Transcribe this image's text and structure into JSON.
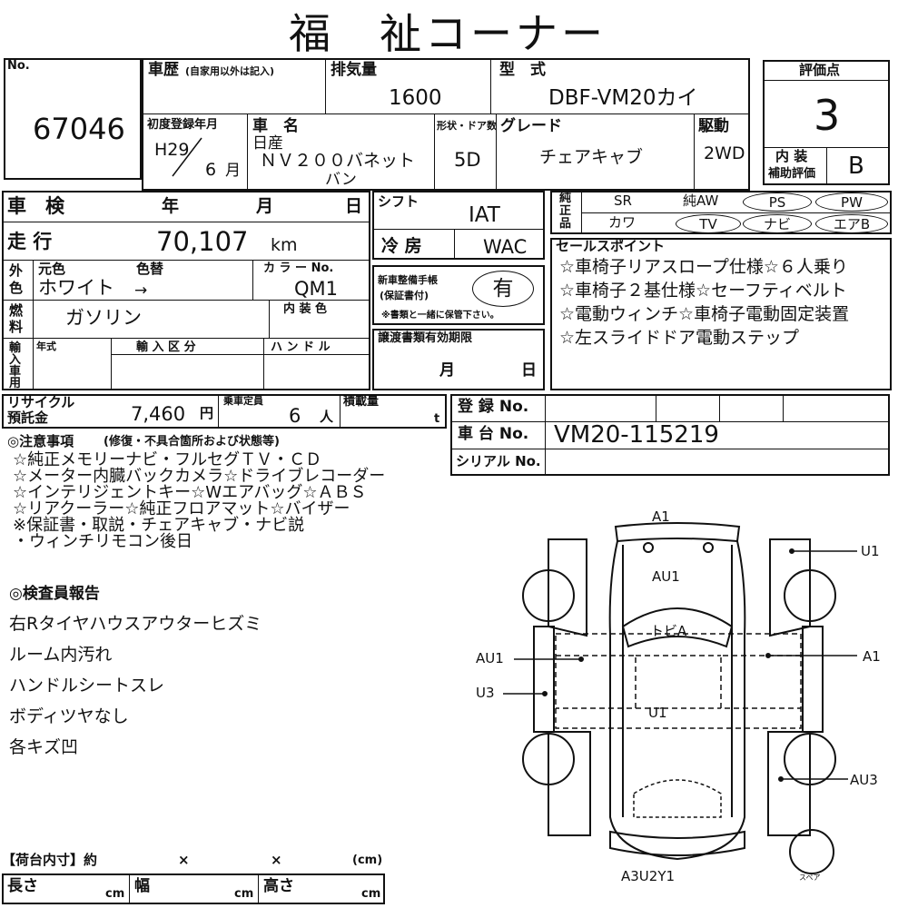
{
  "title": "福　祉コーナー",
  "lot": {
    "label": "No.",
    "value": "67046"
  },
  "history": {
    "label": "車歴",
    "sub": "(自家用以外は記入)"
  },
  "displacement": {
    "label": "排気量",
    "value": "1600"
  },
  "model": {
    "label": "型　式",
    "value": "DBF-VM20カイ"
  },
  "score": {
    "label": "評価点",
    "value": "3"
  },
  "first_reg": {
    "label": "初度登録年月",
    "year": "H29",
    "month": "6",
    "unit": "月"
  },
  "car_name": {
    "label": "車　名",
    "maker": "日産",
    "name": "ＮＶ２００バネット",
    "name2": "バン"
  },
  "doors": {
    "label": "形状・ドア数",
    "value": "5D"
  },
  "grade": {
    "label": "グレード",
    "value": "チェアキャブ"
  },
  "drive": {
    "label": "駆動",
    "value": "2WD"
  },
  "interior": {
    "label1": "内 装",
    "label2": "補助評価",
    "value": "B"
  },
  "inspection": {
    "label": "車　検",
    "y": "年",
    "m": "月",
    "d": "日"
  },
  "mileage": {
    "label": "走 行",
    "value": "70,107",
    "unit": "km"
  },
  "color": {
    "label1": "外",
    "label2": "色",
    "orig": "元色",
    "change": "色替",
    "value": "ホワイト",
    "arrow": "→",
    "code_label": "カ ラ ー No.",
    "code": "QM1"
  },
  "fuel": {
    "label1": "燃",
    "label2": "料",
    "value": "ガソリン",
    "int_color": "内 装 色"
  },
  "import": {
    "label": "輸入車用",
    "year": "年式",
    "cls": "輸 入 区 分",
    "handle": "ハ ン ド ル"
  },
  "shift": {
    "label": "シフト",
    "value": "IAT"
  },
  "ac": {
    "label": "冷 房",
    "value": "WAC"
  },
  "maintenance": {
    "label1": "新車整備手帳",
    "label2": "(保証書付)",
    "value": "有",
    "note": "※書類と一緒に保管下さい。"
  },
  "transfer": {
    "label": "譲渡書類有効期限",
    "m": "月",
    "d": "日"
  },
  "equipment": {
    "label": [
      "純",
      "正",
      "品"
    ],
    "row1": [
      "SR",
      "純AW",
      "PS",
      "PW"
    ],
    "row2": [
      "カワ",
      "TV",
      "ナビ",
      "エアB"
    ]
  },
  "sales": {
    "label": "セールスポイント",
    "lines": [
      "☆車椅子リアスロープ仕様☆６人乗り",
      "☆車椅子２基仕様☆セーフティベルト",
      "☆電動ウィンチ☆車椅子電動固定装置",
      "☆左スライドドア電動ステップ"
    ]
  },
  "recycle": {
    "label1": "リサイクル",
    "label2": "預託金",
    "value": "7,460",
    "unit": "円"
  },
  "capacity": {
    "label": "乗車定員",
    "value": "6",
    "unit": "人"
  },
  "load": {
    "label": "積載量",
    "unit": "t"
  },
  "registration": {
    "label": "登 録 No."
  },
  "chassis": {
    "label": "車 台 No.",
    "value": "VM20-115219"
  },
  "serial": {
    "label": "シリアル No."
  },
  "notes": {
    "label": "◎注意事項",
    "sub": "(修復・不具合箇所および状態等)",
    "lines": [
      "☆純正メモリーナビ・フルセグＴＶ・ＣＤ",
      "☆メーター内臓バックカメラ☆ドライブレコーダー",
      "☆インテリジェントキー☆Wエアバッグ☆ＡＢＳ",
      "☆リアクーラー☆純正フロアマット☆バイザー",
      "※保証書・取説・チェアキャブ・ナビ説",
      "・ウィンチリモコン後日"
    ]
  },
  "report": {
    "label": "◎検査員報告",
    "lines": [
      "右Rタイヤハウスアウターヒズミ",
      "ルーム内汚れ",
      "ハンドルシートスレ",
      "ボディツヤなし",
      "各キズ凹"
    ]
  },
  "cargo": {
    "label": "【荷台内寸】約",
    "x": "×",
    "unit": "(cm)",
    "len": "長さ",
    "wid": "幅",
    "hgt": "高さ",
    "cm": "cm"
  },
  "diagram": {
    "front": "A1",
    "hood": "AU1",
    "windshield": "トビA",
    "left": "AU1",
    "left_sill": "U3",
    "roof": "U1",
    "right_front": "U1",
    "right": "A1",
    "right_rear": "AU3",
    "rear": "A3U2Y1",
    "spare": "スペア"
  }
}
